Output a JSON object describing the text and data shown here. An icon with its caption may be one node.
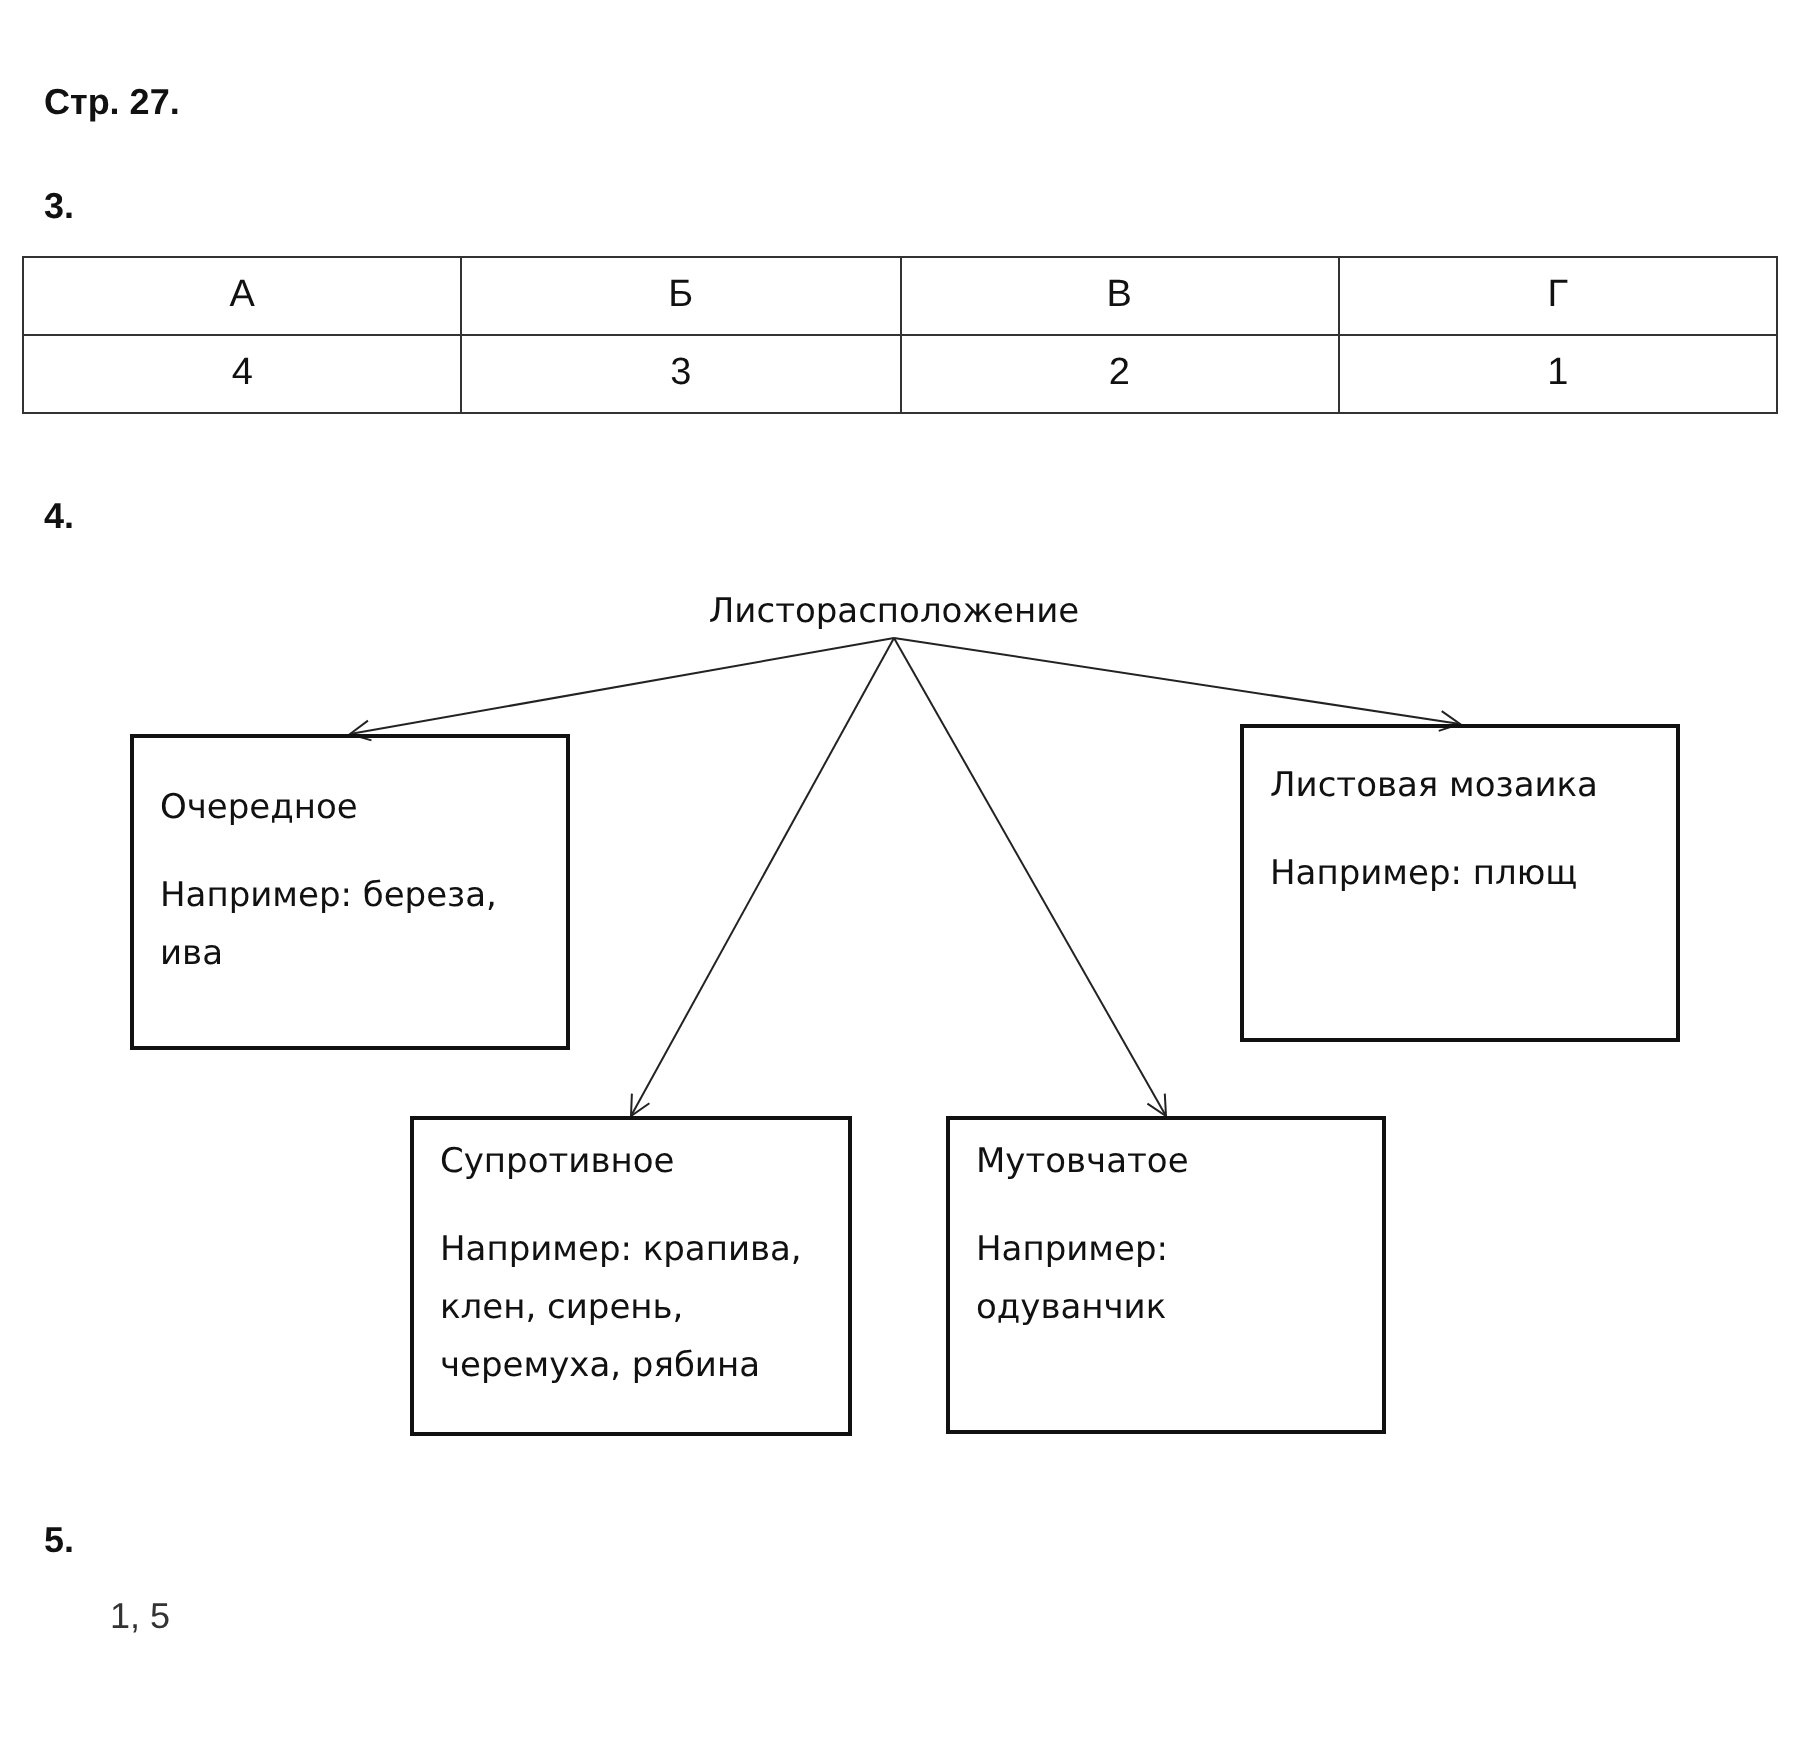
{
  "diagram": {
    "title": "Стр. 27.",
    "nodes": [
      {
        "text": [
          "Листорасположение"
        ]
      },
      {
        "text": [
          "Очередное",
          "Например: береза, ива"
        ]
      },
      {
        "text": [
          "Листовая мозаика",
          "Например: плющ"
        ]
      },
      {
        "text": [
          "Супротивное",
          "Например: крапива, клен, сирень, черемуха, рябина"
        ]
      },
      {
        "text": [
          "Мутовчатое",
          "Например: одуванчик"
        ]
      }
    ],
    "edges": [
      {
        "from": 0,
        "to": 1,
        "arrow": "to"
      },
      {
        "from": 0,
        "to": 3,
        "arrow": "to"
      },
      {
        "from": 0,
        "to": 4,
        "arrow": "to"
      },
      {
        "from": 0,
        "to": 2,
        "arrow": "to"
      }
    ],
    "labels": [
      "3.",
      "А",
      "Б",
      "В",
      "Г",
      "4",
      "3",
      "2",
      "1",
      "4.",
      "5.",
      "1, 5"
    ]
  }
}
